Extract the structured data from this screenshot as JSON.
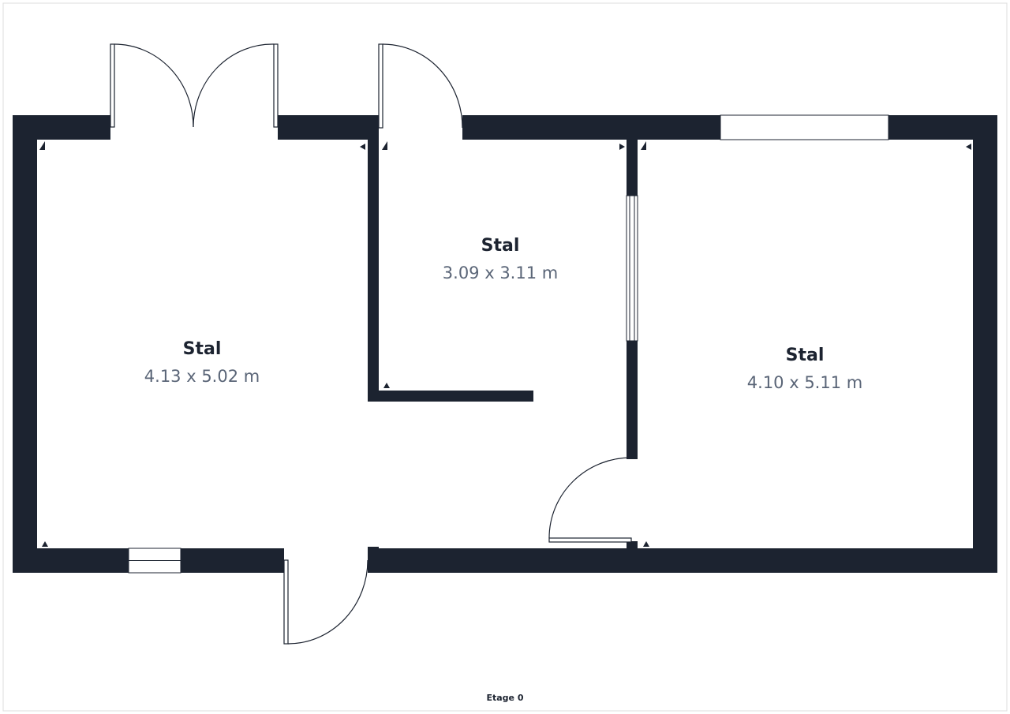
{
  "colors": {
    "wall": "#1c2330",
    "background": "#ffffff",
    "frame": "#dcdcdc",
    "size_text": "#5a6577"
  },
  "rooms": [
    {
      "name": "Stal",
      "size": "4.13 x 5.02 m"
    },
    {
      "name": "Stal",
      "size": "3.09 x 3.11 m"
    },
    {
      "name": "Stal",
      "size": "4.10 x 5.11 m"
    }
  ],
  "floor_label": "Etage 0"
}
